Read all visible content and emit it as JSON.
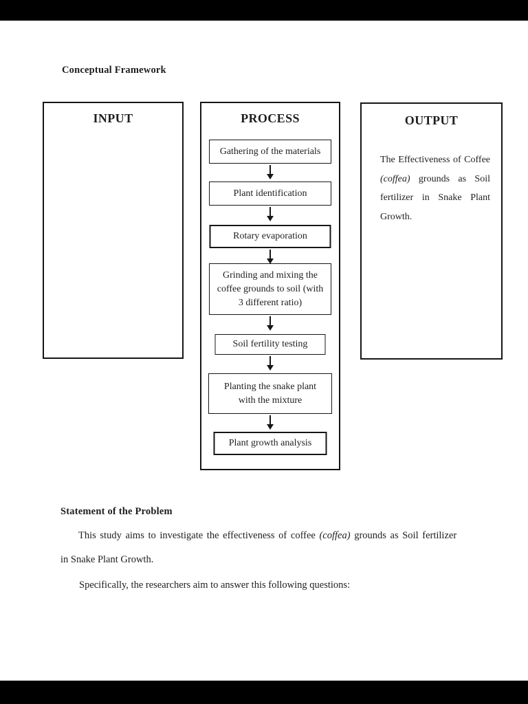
{
  "colors": {
    "page_background": "#ffffff",
    "ink": "#1e1e1e",
    "box_border": "#151515",
    "letterbox": "#000000"
  },
  "document": {
    "section1_heading": "Conceptual Framework",
    "framework": {
      "input_title": "INPUT",
      "process_title": "PROCESS",
      "process_steps": [
        "Gathering of the materials",
        "Plant identification",
        "Rotary evaporation",
        "Grinding and mixing the coffee grounds to soil (with 3 different ratio)",
        "Soil fertility testing",
        "Planting the snake plant with the mixture",
        "Plant growth analysis"
      ],
      "output_title": "OUTPUT",
      "output_text": {
        "before": "The Effectiveness of Coffee ",
        "italic": "(coffea)",
        "after": " grounds as Soil fertilizer in Snake Plant Growth."
      }
    },
    "section2_heading": "Statement of the Problem",
    "paragraph1": {
      "before": "This study aims to investigate the effectiveness of coffee ",
      "italic": "(coffea)",
      "after": " grounds as Soil fertilizer"
    },
    "paragraph1_line2": "in Snake Plant Growth.",
    "paragraph2": "Specifically, the researchers aim to answer this following questions:"
  }
}
